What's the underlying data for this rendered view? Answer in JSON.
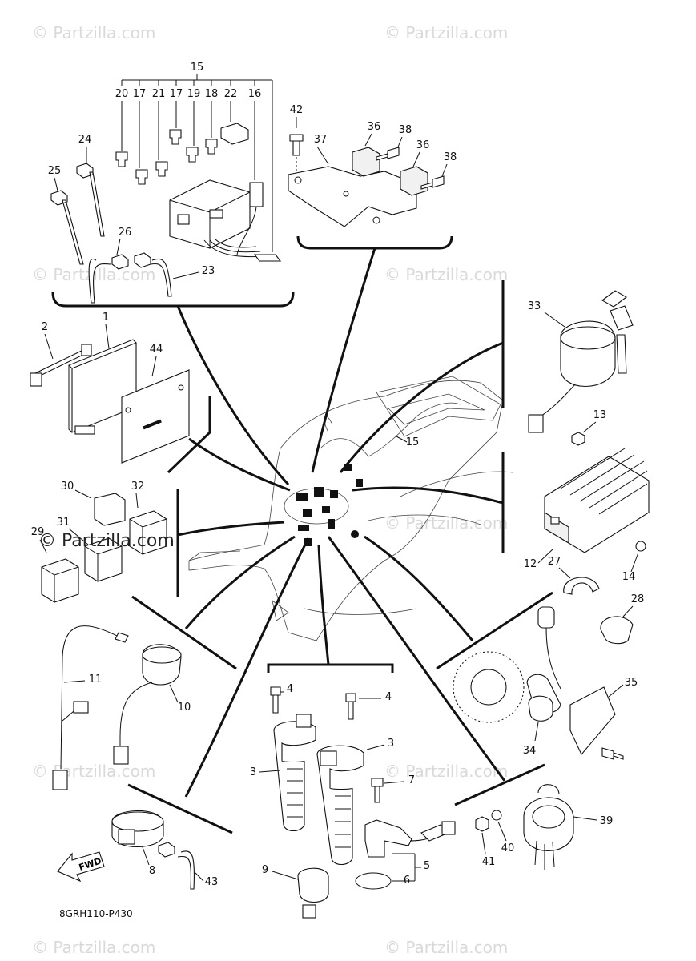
{
  "watermarks": [
    "© Partzilla.com",
    "© Partzilla.com",
    "© Partzilla.com",
    "© Partzilla.com",
    "© Partzilla.com",
    "© Partzilla.com",
    "© Partzilla.com",
    "© Partzilla.com",
    "© Partzilla.com"
  ],
  "center_watermark": "© Partzilla.com",
  "reference_code": "8GRH110-P430",
  "fwd_label": "FWD",
  "callouts": {
    "n15_top": "15",
    "n20": "20",
    "n17a": "17",
    "n21": "21",
    "n17b": "17",
    "n19": "19",
    "n18": "18",
    "n22": "22",
    "n16": "16",
    "n24": "24",
    "n25": "25",
    "n26": "26",
    "n23": "23",
    "n42": "42",
    "n37": "37",
    "n36a": "36",
    "n38a": "38",
    "n36b": "36",
    "n38b": "38",
    "n2": "2",
    "n1": "1",
    "n44": "44",
    "n33": "33",
    "n13": "13",
    "n12": "12",
    "n14": "14",
    "n27": "27",
    "n28": "28",
    "n15_mid": "15",
    "n30": "30",
    "n32": "32",
    "n29": "29",
    "n31": "31",
    "n11": "11",
    "n10": "10",
    "n4a": "4",
    "n4b": "4",
    "n3a": "3",
    "n3b": "3",
    "n7": "7",
    "n5": "5",
    "n6": "6",
    "n9": "9",
    "n35": "35",
    "n34": "34",
    "n39": "39",
    "n40": "40",
    "n41": "41",
    "n8": "8",
    "n43": "43"
  }
}
